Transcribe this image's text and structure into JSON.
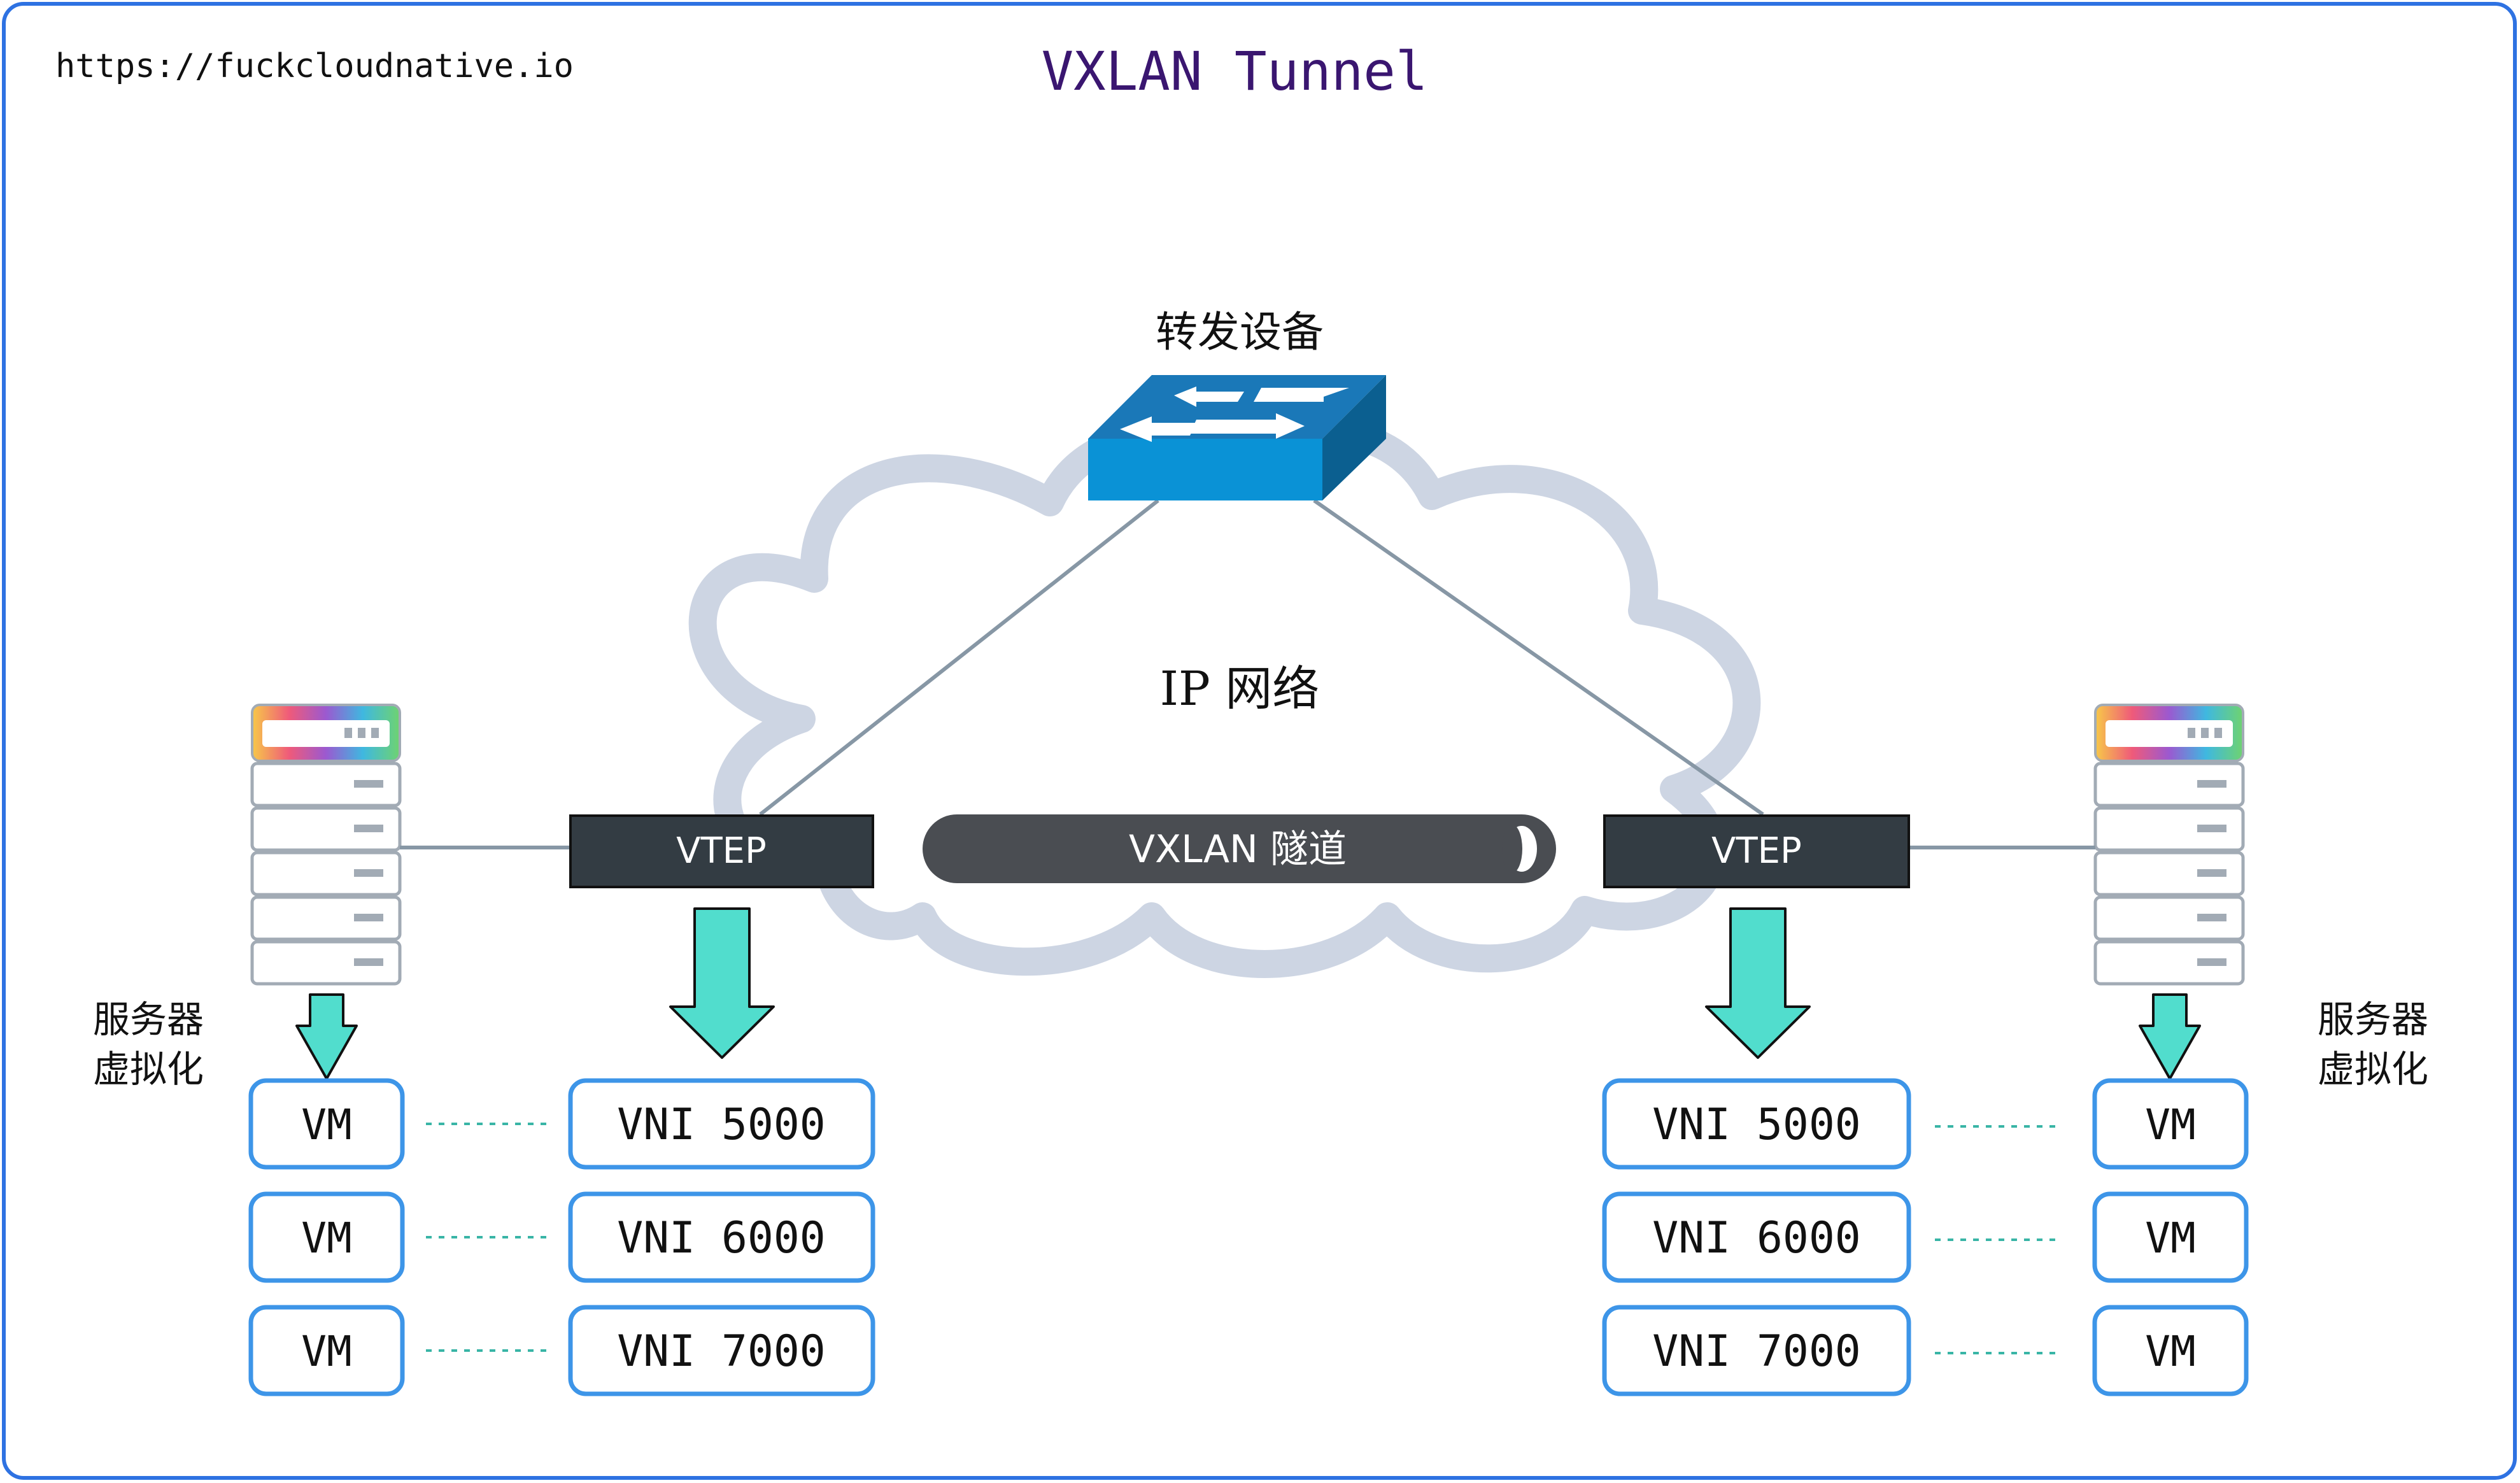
{
  "watermark_url": "https://fuckcloudnative.io",
  "title": "VXLAN Tunnel",
  "forwarding_device_label": "转发设备",
  "network_label": "IP 网络",
  "tunnel_label": "VXLAN 隧道",
  "left": {
    "vtep_label": "VTEP",
    "virtualization_line1": "服务器",
    "virtualization_line2": "虚拟化",
    "vms": [
      "VM",
      "VM",
      "VM"
    ],
    "vnis": [
      "VNI 5000",
      "VNI 6000",
      "VNI 7000"
    ]
  },
  "right": {
    "vtep_label": "VTEP",
    "virtualization_line1": "服务器",
    "virtualization_line2": "虚拟化",
    "vms": [
      "VM",
      "VM",
      "VM"
    ],
    "vnis": [
      "VNI 5000",
      "VNI 6000",
      "VNI 7000"
    ]
  },
  "colors": {
    "frame_border": "#2e72e2",
    "title": "#3a1670",
    "cloud": "#cdd5e3",
    "vtep_fill": "#333c43",
    "tunnel_fill": "#4a4d52",
    "arrow_fill": "#51ddcd",
    "box_border": "#3d95e8",
    "switch_top": "#1a78b8",
    "switch_front": "#0a92d6",
    "switch_side": "#0b5f90",
    "link_line": "#8797a5",
    "dotted_line": "#39b5a6"
  },
  "icons": {
    "switch": "network-switch-icon",
    "server": "server-rack-icon",
    "cloud": "cloud-icon",
    "arrow": "down-arrow-icon"
  }
}
